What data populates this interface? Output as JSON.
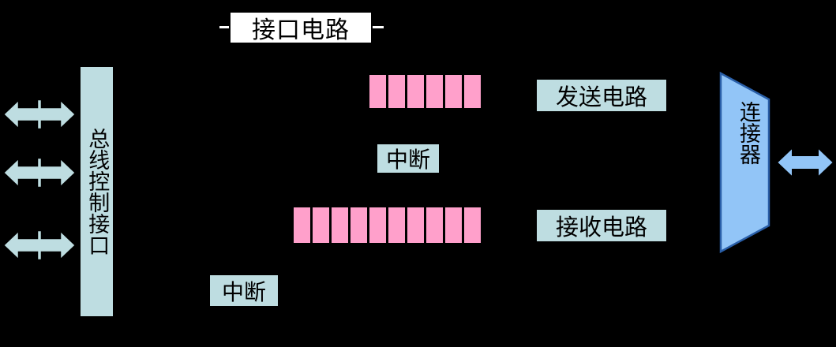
{
  "diagram": {
    "title": "接口电路",
    "background_color": "#000000",
    "palette": {
      "box_fill": "#bedde1",
      "register_fill": "#ffa0cb",
      "connector_fill": "#92c5f7",
      "outline": "#000000",
      "title_fill": "#ffffff"
    }
  },
  "bus_interface": {
    "label": "总线控制接口",
    "arrows": [
      {
        "name": "bus-arrow-1",
        "direction": "bidirectional",
        "color": "#bedde1"
      },
      {
        "name": "bus-arrow-2",
        "direction": "bidirectional",
        "color": "#bedde1"
      },
      {
        "name": "bus-arrow-3",
        "direction": "bidirectional",
        "color": "#bedde1"
      }
    ]
  },
  "registers": {
    "transmit": {
      "name": "transmit-shift-register",
      "cells": 6,
      "color": "#ffa0cb"
    },
    "receive": {
      "name": "receive-shift-register",
      "cells": 10,
      "color": "#ffa0cb"
    }
  },
  "interrupts": {
    "upper_label": "中断",
    "lower_label": "中断"
  },
  "circuits": {
    "transmit_label": "发送电路",
    "receive_label": "接收电路"
  },
  "connector": {
    "label": "连接器",
    "shape": "trapezoid",
    "fill": "#92c5f7",
    "stroke": "#2a5fa8",
    "external_arrow": {
      "direction": "bidirectional",
      "color": "#92c5f7"
    }
  }
}
